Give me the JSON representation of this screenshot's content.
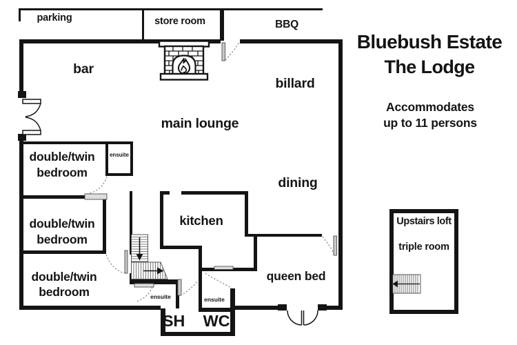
{
  "panel": {
    "title_line1": "Bluebush Estate",
    "title_line2": "The Lodge",
    "capacity_line1": "Accommodates",
    "capacity_line2": "up to 11 persons"
  },
  "outdoor": {
    "parking": "parking",
    "store_room": "store room",
    "bbq": "BBQ"
  },
  "rooms": {
    "bar": "bar",
    "billard": "billard",
    "main_lounge": "main lounge",
    "dining": "dining",
    "kitchen": "kitchen",
    "queen_bed": "queen bed",
    "bedroom_line1": "double/twin",
    "bedroom_line2": "bedroom",
    "ensuite": "ensuite",
    "shower": "SH",
    "wc": "WC"
  },
  "loft": {
    "name": "Upstairs loft",
    "room": "triple room"
  },
  "colors": {
    "line": "#141414",
    "background": "#ffffff",
    "door_leaf": "#c9c9c9"
  }
}
